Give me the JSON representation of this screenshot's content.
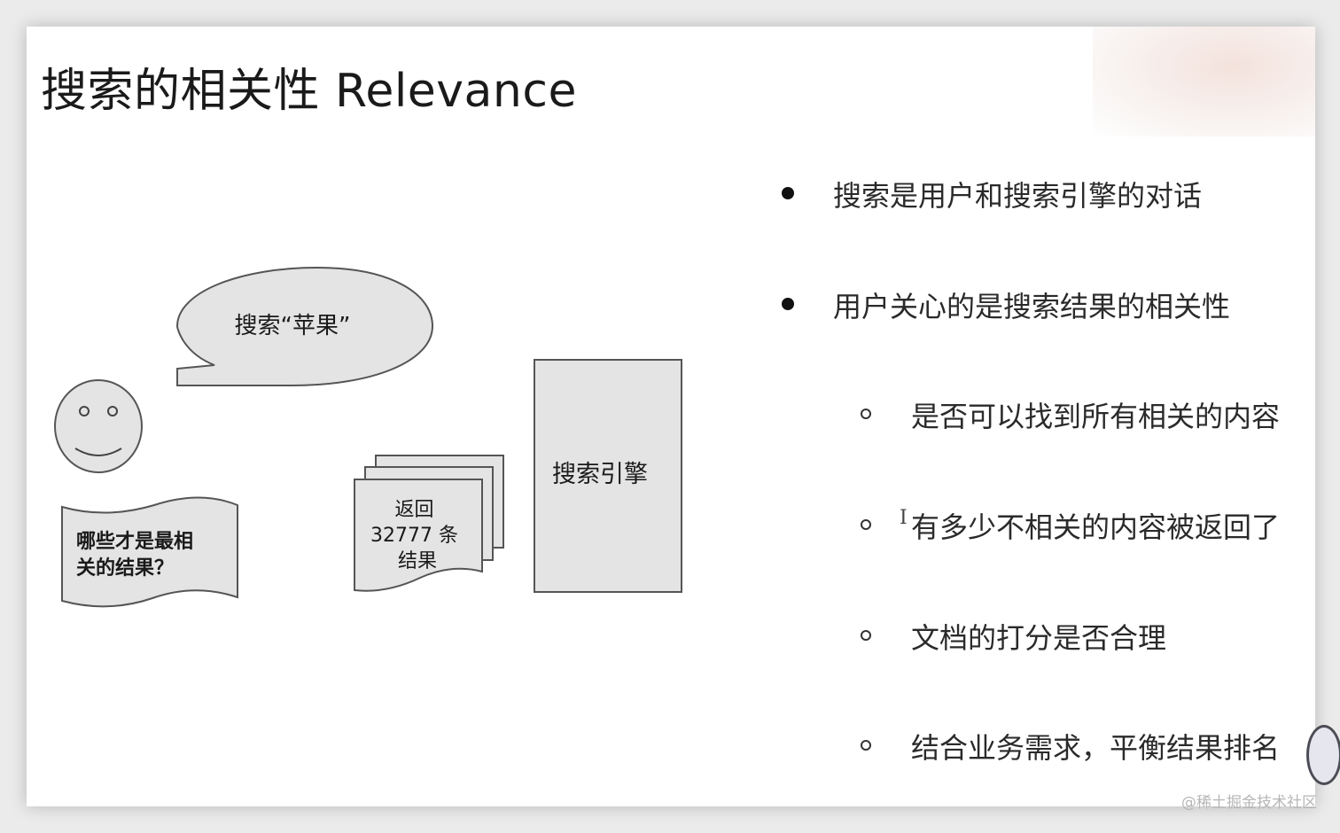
{
  "slide": {
    "title": "搜索的相关性 Relevance"
  },
  "diagram": {
    "speech_bubble": "搜索“苹果”",
    "user_question": [
      "哪些才是最相",
      "关的结果？"
    ],
    "results_doc": [
      "返回",
      "32777 条",
      "结果"
    ],
    "engine_box": "搜索引擎"
  },
  "bullets": [
    {
      "level": 1,
      "text": "搜索是用户和搜索引擎的对话"
    },
    {
      "level": 1,
      "text": "用户关心的是搜索结果的相关性"
    },
    {
      "level": 2,
      "text": "是否可以找到所有相关的内容"
    },
    {
      "level": 2,
      "text": "有多少不相关的内容被返回了"
    },
    {
      "level": 2,
      "text": "文档的打分是否合理"
    },
    {
      "level": 2,
      "text": "结合业务需求，平衡结果排名"
    }
  ],
  "watermark": "@稀土掘金技术社区",
  "colors": {
    "shape_fill": "#e4e4e4",
    "shape_stroke": "#555555",
    "slide_background": "#ffffff"
  }
}
